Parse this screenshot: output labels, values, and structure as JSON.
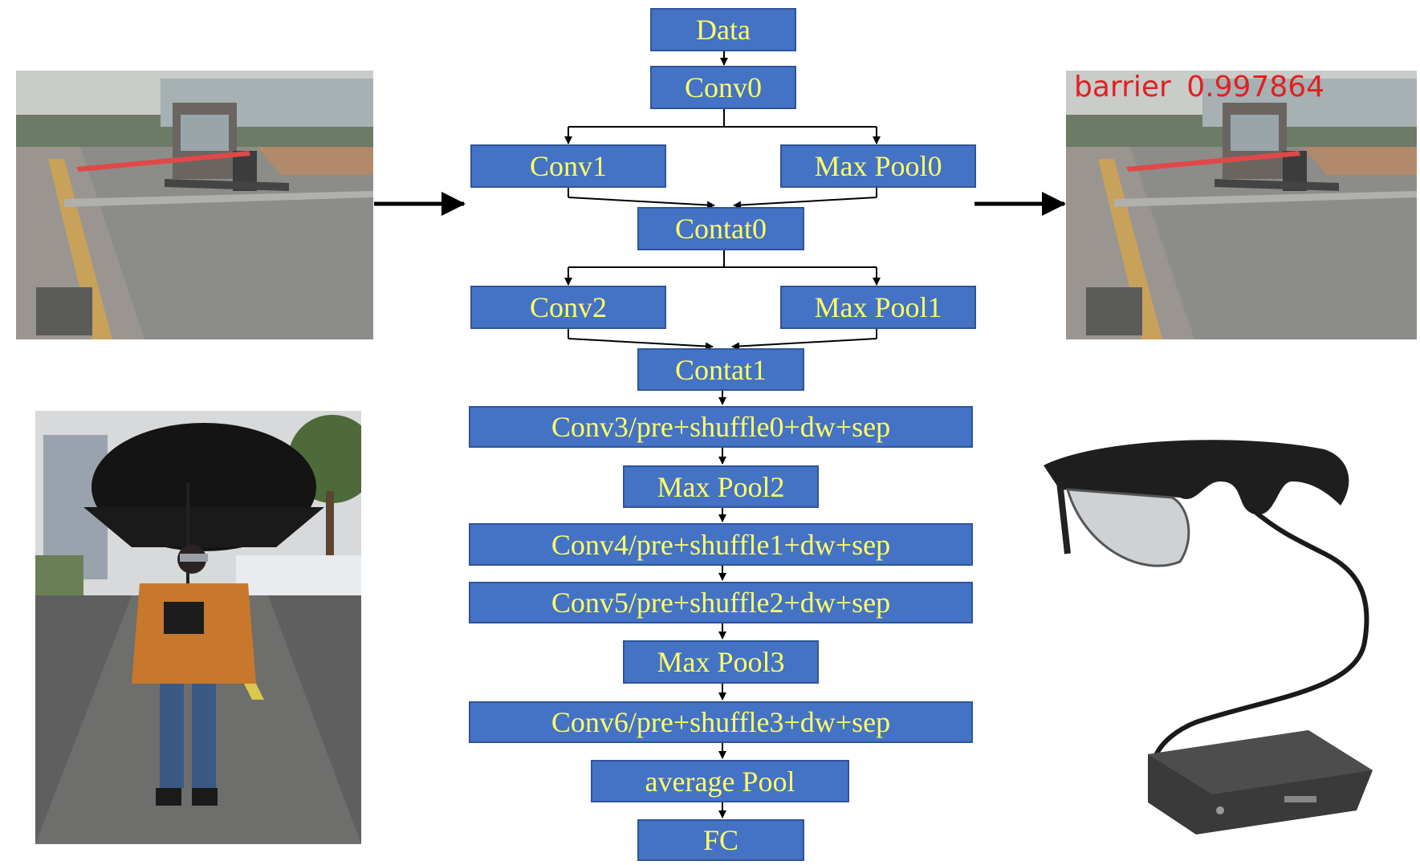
{
  "nodes": {
    "data": "Data",
    "conv0": "Conv0",
    "conv1": "Conv1",
    "maxpool0": "Max Pool0",
    "contat0": "Contat0",
    "conv2": "Conv2",
    "maxpool1": "Max Pool1",
    "contat1": "Contat1",
    "conv3": "Conv3/pre+shuffle0+dw+sep",
    "maxpool2": "Max Pool2",
    "conv4": "Conv4/pre+shuffle1+dw+sep",
    "conv5": "Conv5/pre+shuffle2+dw+sep",
    "maxpool3": "Max Pool3",
    "conv6": "Conv6/pre+shuffle3+dw+sep",
    "avgpool": "average Pool",
    "fc": "FC"
  },
  "detection": {
    "label": "barrier",
    "score": "0.997864"
  },
  "colors": {
    "node_fill": "#4472c4",
    "node_text": "#ffff66",
    "detection_text": "#e02020"
  }
}
